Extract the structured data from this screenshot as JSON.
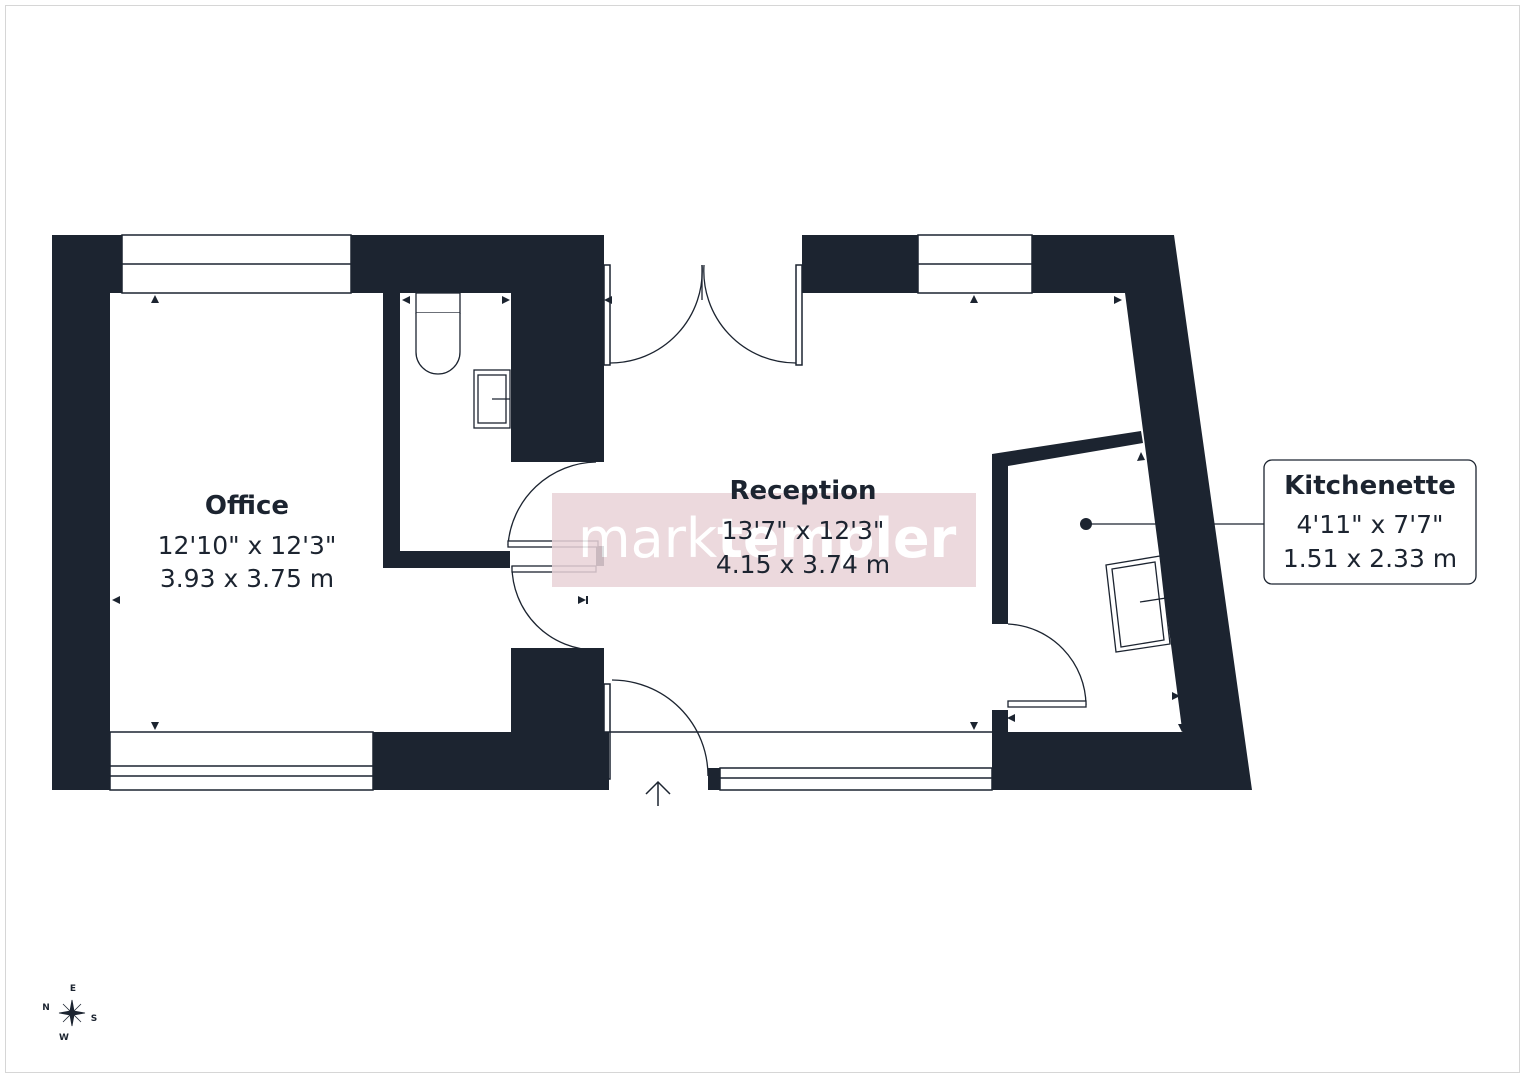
{
  "colors": {
    "wall": "#1c2430",
    "fixture_line": "#1c2430",
    "watermark_box": "#e9d3d8",
    "watermark_text": "#ffffff"
  },
  "rooms": {
    "office": {
      "name": "Office",
      "imperial": "12'10\" x 12'3\"",
      "metric": "3.93 x 3.75 m"
    },
    "reception": {
      "name": "Reception",
      "imperial": "13'7\" x 12'3\"",
      "metric": "4.15 x 3.74 m"
    },
    "kitchenette": {
      "name": "Kitchenette",
      "imperial": "4'11\" x 7'7\"",
      "metric": "1.51 x 2.33 m"
    }
  },
  "watermark": {
    "part1": "mark",
    "part2": "templer"
  },
  "compass": {
    "n": "N",
    "e": "E",
    "s": "S",
    "w": "W"
  },
  "icons": {
    "entrance": "up-arrow-icon",
    "compass": "compass-rose-icon",
    "toilet": "toilet-icon",
    "sink": "sink-icon"
  }
}
